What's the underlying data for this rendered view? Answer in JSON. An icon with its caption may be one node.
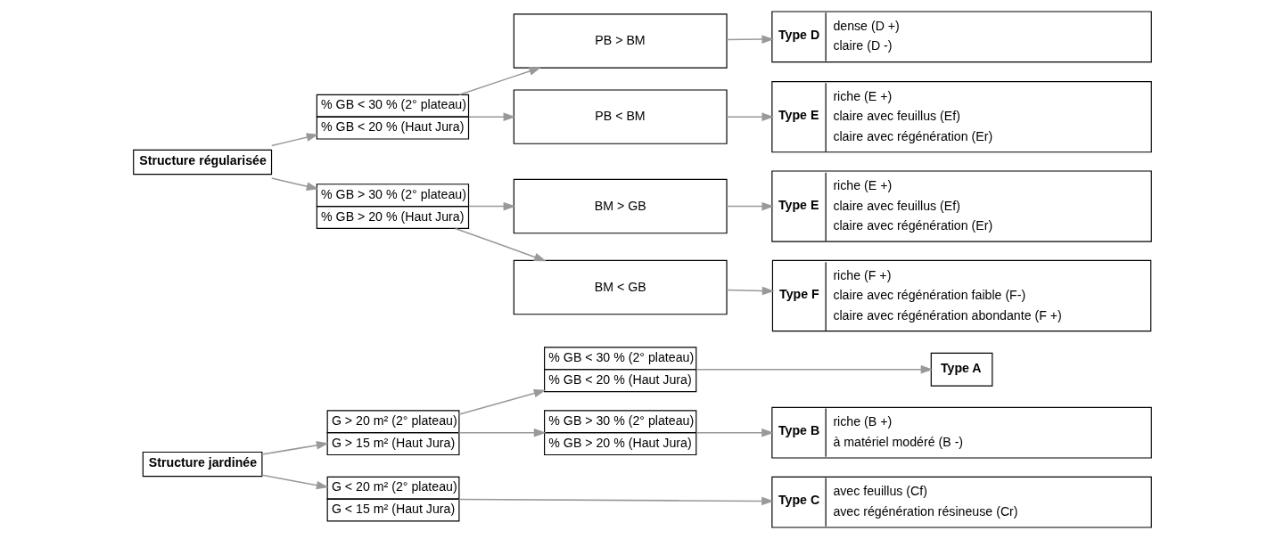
{
  "diagram": {
    "nodes": [
      {
        "text": [
          "Structure jardinée"
        ]
      },
      {
        "text": [
          "G > 20 m² (2° plateau)",
          "G > 15 m² (Haut Jura)"
        ]
      },
      {
        "text": [
          "% GB < 30 % (2° plateau)",
          "% GB < 20 % (Haut Jura)"
        ]
      },
      {
        "text": [
          "Type A"
        ]
      },
      {
        "text": [
          "% GB > 30 % (2° plateau)",
          "% GB > 20 % (Haut Jura)"
        ]
      },
      {
        "text": [
          "Type B",
          "riche (B +)",
          "à matériel modéré (B -)"
        ]
      },
      {
        "text": [
          "G < 20 m² (2° plateau)",
          "G < 15 m² (Haut Jura)"
        ]
      },
      {
        "text": [
          "Type C",
          "avec feuillus (Cf)",
          "avec régénération résineuse (Cr)"
        ]
      },
      {
        "text": [
          "Structure régularisée"
        ]
      },
      {
        "text": [
          "% GB < 30 % (2° plateau)",
          "% GB < 20 % (Haut Jura)"
        ]
      },
      {
        "text": [
          "PB > BM"
        ]
      },
      {
        "text": [
          "Type D",
          "dense (D +)",
          "claire (D -)"
        ]
      },
      {
        "text": [
          "PB < BM"
        ]
      },
      {
        "text": [
          "Type E",
          "riche (E +)",
          "claire avec feuillus (Ef)",
          "claire avec régénération (Er)"
        ]
      },
      {
        "text": [
          "% GB > 30 % (2° plateau)",
          "% GB > 20 % (Haut Jura)"
        ]
      },
      {
        "text": [
          "BM > GB"
        ]
      },
      {
        "text": [
          "Type E",
          "riche (E +)",
          "claire avec feuillus (Ef)",
          "claire avec régénération (Er)"
        ]
      },
      {
        "text": [
          "BM < GB"
        ]
      },
      {
        "text": [
          "Type F",
          "riche (F +)",
          "claire avec régénération faible (F-)",
          "claire avec régénération abondante (F +)"
        ]
      }
    ],
    "edges": [
      {
        "from": 0,
        "to": 1,
        "arrow": "to"
      },
      {
        "from": 0,
        "to": 6,
        "arrow": "to"
      },
      {
        "from": 1,
        "to": 2,
        "arrow": "to"
      },
      {
        "from": 1,
        "to": 4,
        "arrow": "to"
      },
      {
        "from": 2,
        "to": 3,
        "arrow": "to"
      },
      {
        "from": 4,
        "to": 5,
        "arrow": "to"
      },
      {
        "from": 6,
        "to": 7,
        "arrow": "to"
      },
      {
        "from": 8,
        "to": 9,
        "arrow": "to"
      },
      {
        "from": 8,
        "to": 14,
        "arrow": "to"
      },
      {
        "from": 9,
        "to": 10,
        "arrow": "to"
      },
      {
        "from": 9,
        "to": 12,
        "arrow": "to"
      },
      {
        "from": 10,
        "to": 11,
        "arrow": "to"
      },
      {
        "from": 12,
        "to": 13,
        "arrow": "to"
      },
      {
        "from": 14,
        "to": 15,
        "arrow": "to"
      },
      {
        "from": 14,
        "to": 17,
        "arrow": "to"
      },
      {
        "from": 15,
        "to": 16,
        "arrow": "to"
      },
      {
        "from": 17,
        "to": 18,
        "arrow": "to"
      }
    ]
  }
}
